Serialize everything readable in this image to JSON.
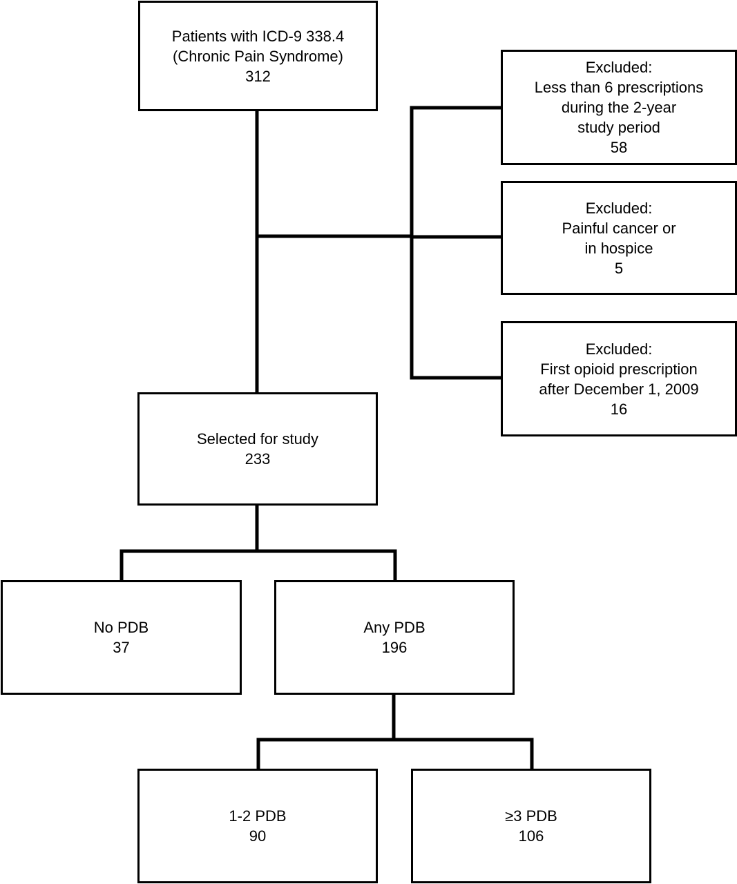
{
  "boxes": {
    "initial": {
      "lines": [
        "Patients with ICD-9 338.4",
        "(Chronic Pain Syndrome)"
      ],
      "count": "312"
    },
    "excluded_prescriptions": {
      "lines": [
        "Excluded:",
        "Less than 6 prescriptions",
        "during the 2-year",
        "study period"
      ],
      "count": "58"
    },
    "excluded_cancer": {
      "lines": [
        "Excluded:",
        "Painful cancer or",
        "in hospice"
      ],
      "count": "5"
    },
    "excluded_first_opioid": {
      "lines": [
        "Excluded:",
        "First opioid prescription",
        "after December 1, 2009"
      ],
      "count": "16"
    },
    "selected": {
      "lines": [
        "Selected for study"
      ],
      "count": "233"
    },
    "no_pdb": {
      "lines": [
        "No PDB"
      ],
      "count": "37"
    },
    "any_pdb": {
      "lines": [
        "Any PDB"
      ],
      "count": "196"
    },
    "pdb_1_2": {
      "lines": [
        "1-2 PDB"
      ],
      "count": "90"
    },
    "pdb_3_plus": {
      "lines": [
        "≥3  PDB"
      ],
      "count": "106"
    }
  }
}
